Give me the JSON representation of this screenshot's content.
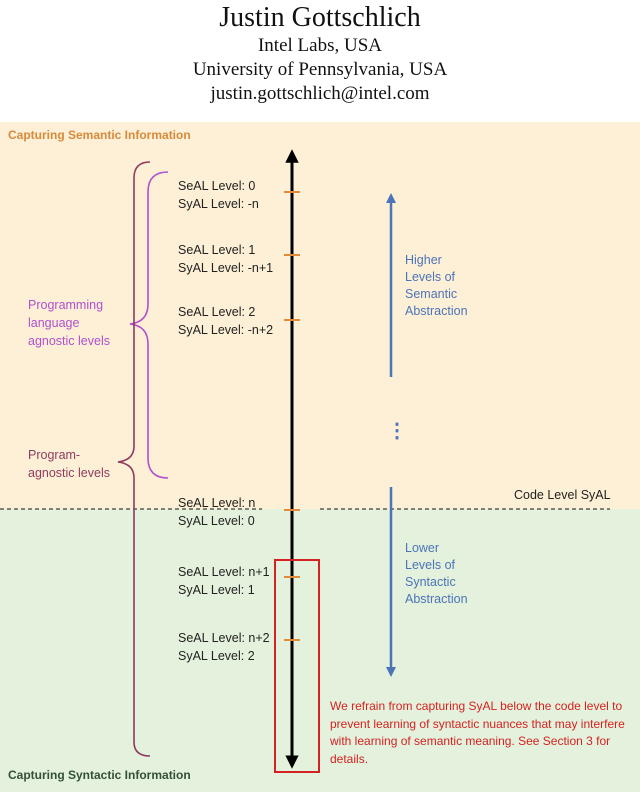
{
  "header": {
    "author": "Justin Gottschlich",
    "affiliations": [
      "Intel Labs, USA",
      "University of Pennsylvania, USA",
      "justin.gottschlich@intel.com"
    ]
  },
  "regions": {
    "semantic_title": "Capturing Semantic Information",
    "syntactic_title": "Capturing Syntactic Information"
  },
  "levels": [
    {
      "seal": "SeAL Level: 0",
      "syal": "SyAL Level: -n"
    },
    {
      "seal": "SeAL Level: 1",
      "syal": "SyAL Level: -n+1"
    },
    {
      "seal": "SeAL Level: 2",
      "syal": "SyAL Level: -n+2"
    },
    {
      "seal": "SeAL Level: n",
      "syal": "SyAL Level: 0"
    },
    {
      "seal": "SeAL Level: n+1",
      "syal": "SyAL Level: 1"
    },
    {
      "seal": "SeAL Level: n+2",
      "syal": "SyAL Level: 2"
    }
  ],
  "braces": {
    "programming_language_agnostic": [
      "Programming",
      "language",
      "agnostic levels"
    ],
    "program_agnostic": [
      "Program-",
      "agnostic levels"
    ]
  },
  "arrows": {
    "higher": [
      "Higher",
      "Levels of",
      "Semantic",
      "Abstraction"
    ],
    "lower": [
      "Lower",
      "Levels of",
      "Syntactic",
      "Abstraction"
    ],
    "ellipsis": "⋮"
  },
  "code_level_label": "Code Level SyAL",
  "note": "We refrain from capturing SyAL below the code level to prevent learning of syntactic nuances that may interfere with learning of semantic meaning. See Section 3 for details.",
  "colors": {
    "semantic_band": "#fdf0d6",
    "syntactic_band": "#e4f1dc",
    "tick": "#e08a3a",
    "brace_purple": "#b14fcf",
    "brace_maroon": "#8e3b5f",
    "arrow_blue": "#4c74b8",
    "note_red": "#d42222"
  }
}
